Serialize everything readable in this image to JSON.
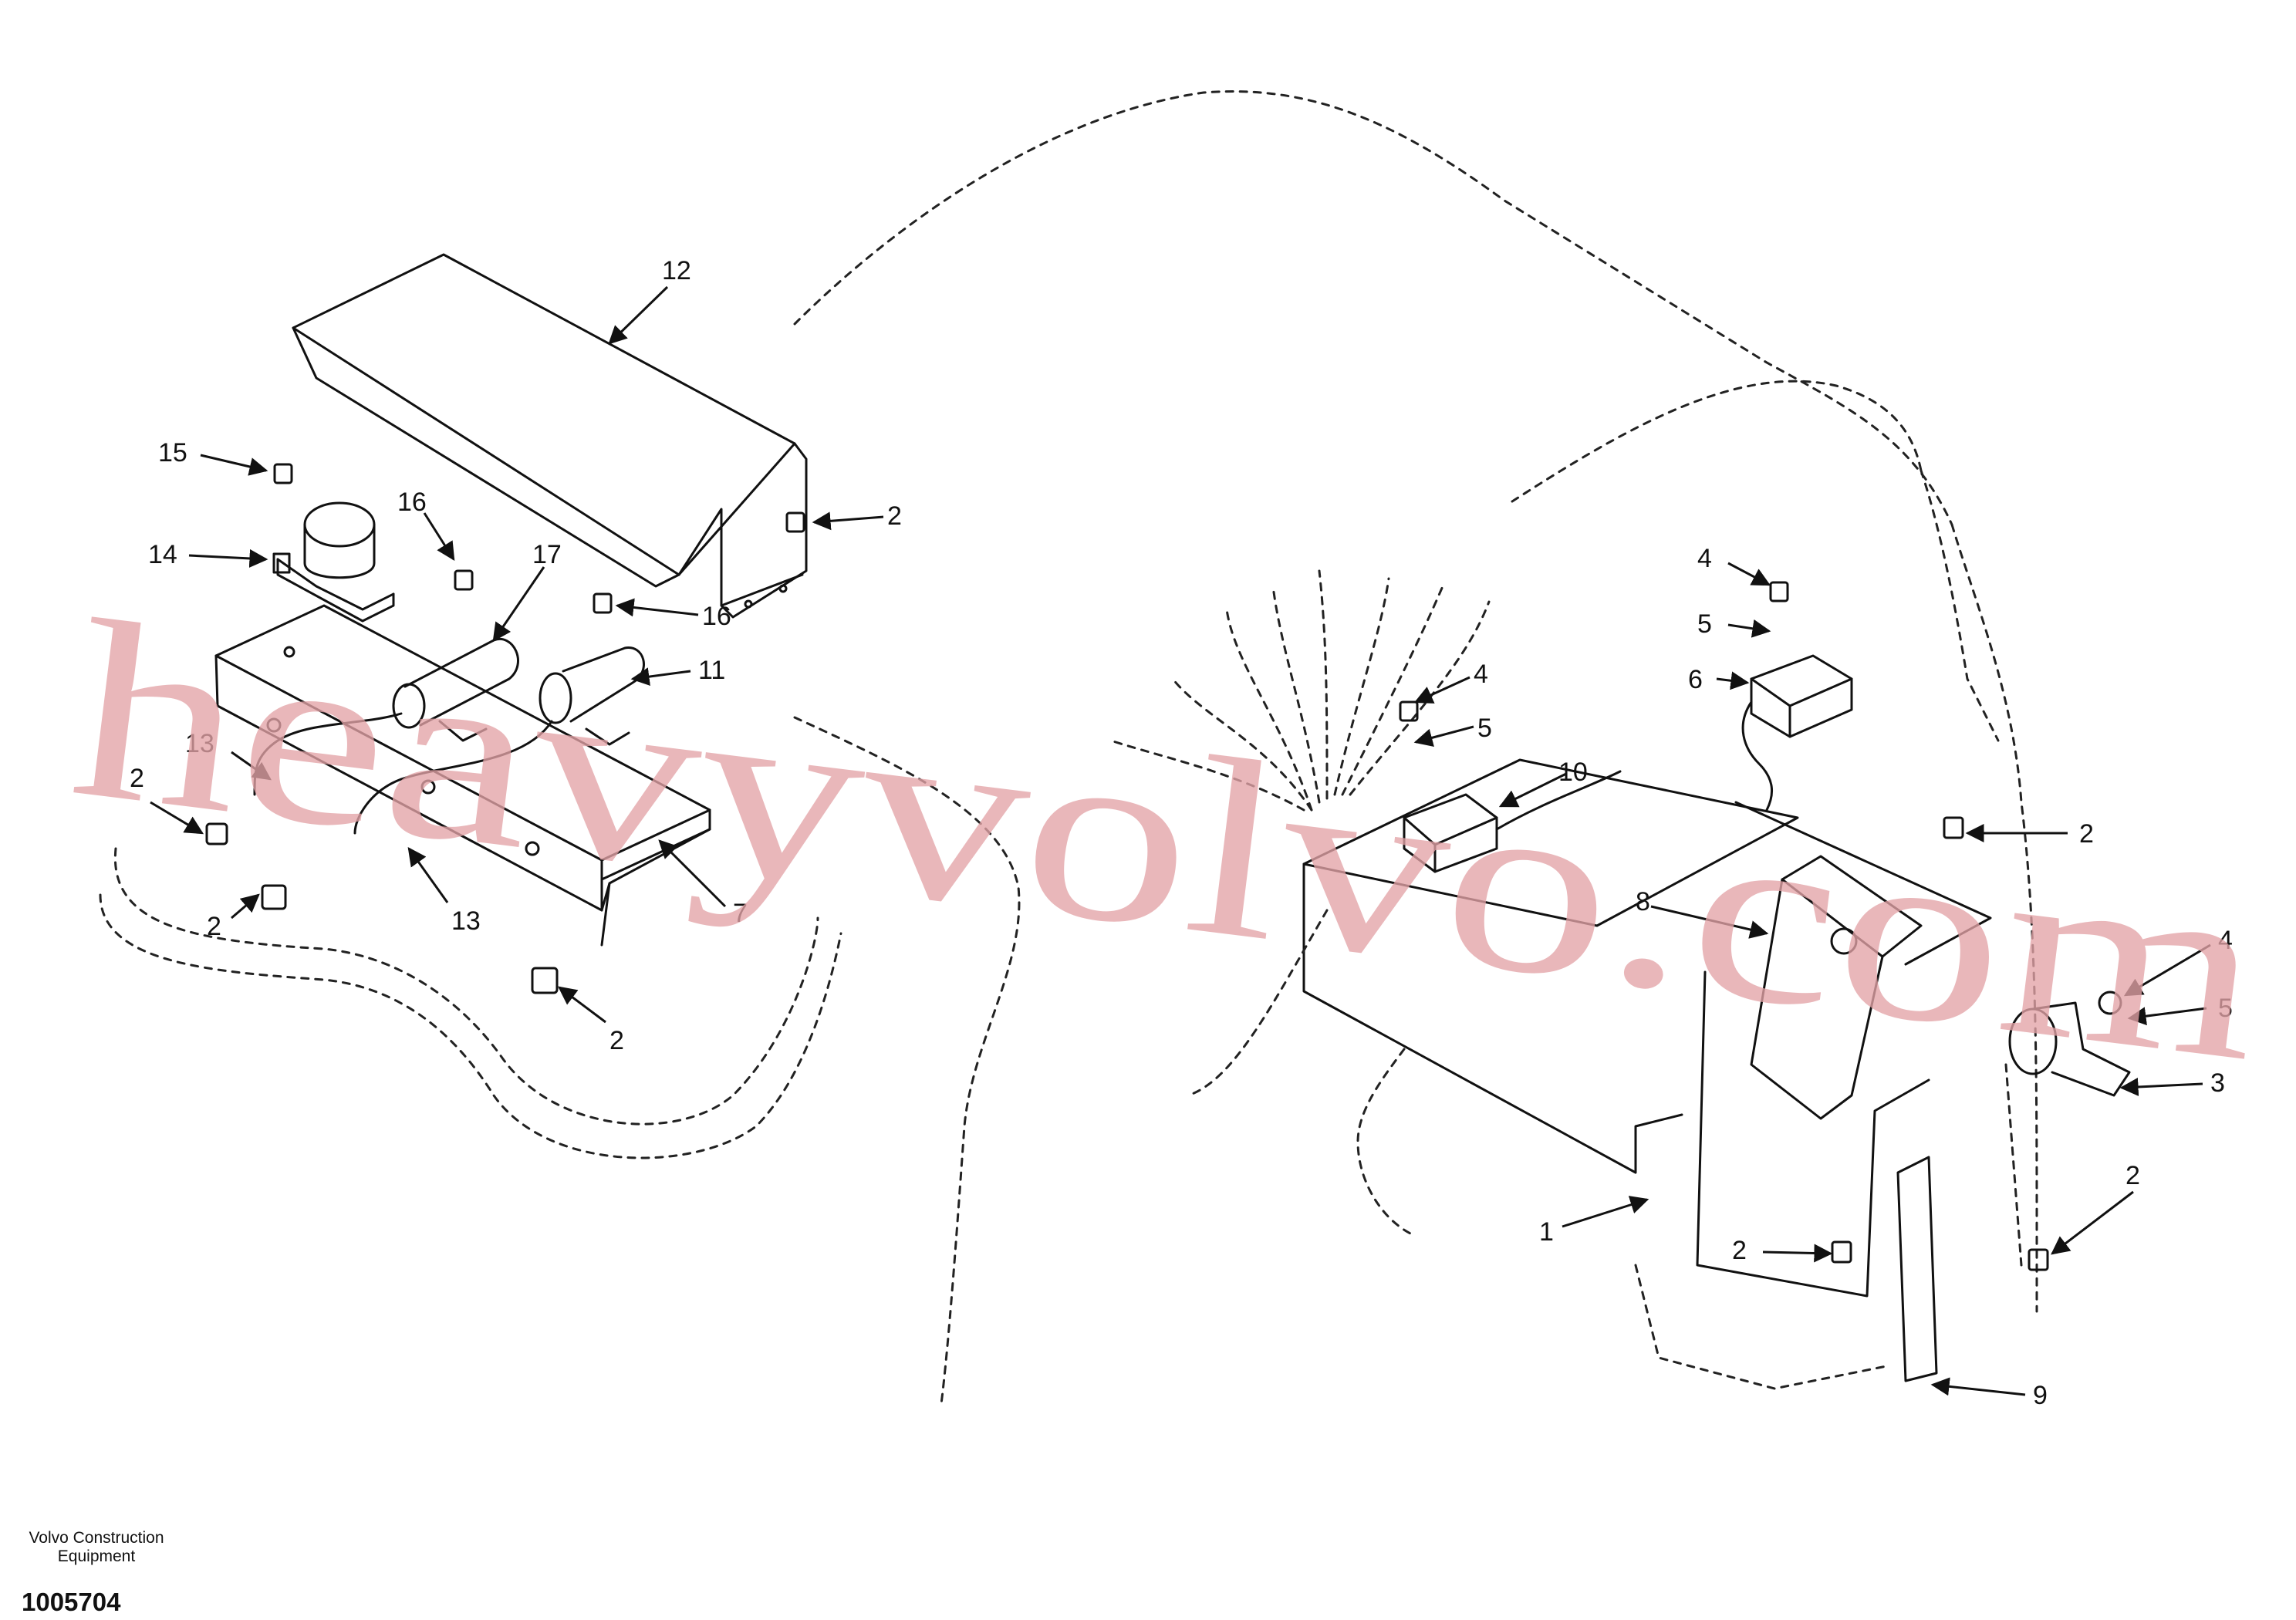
{
  "diagram": {
    "callouts": [
      {
        "id": "c12a",
        "label": "12"
      },
      {
        "id": "c15",
        "label": "15"
      },
      {
        "id": "c14",
        "label": "14"
      },
      {
        "id": "c16a",
        "label": "16"
      },
      {
        "id": "c17",
        "label": "17"
      },
      {
        "id": "c16b",
        "label": "16"
      },
      {
        "id": "c2a",
        "label": "2"
      },
      {
        "id": "c11",
        "label": "11"
      },
      {
        "id": "c13a",
        "label": "13"
      },
      {
        "id": "c2b",
        "label": "2"
      },
      {
        "id": "c2c",
        "label": "2"
      },
      {
        "id": "c13b",
        "label": "13"
      },
      {
        "id": "c7",
        "label": "7"
      },
      {
        "id": "c2d",
        "label": "2"
      },
      {
        "id": "c4a",
        "label": "4"
      },
      {
        "id": "c5a",
        "label": "5"
      },
      {
        "id": "c6",
        "label": "6"
      },
      {
        "id": "c4b",
        "label": "4"
      },
      {
        "id": "c5b",
        "label": "5"
      },
      {
        "id": "c10",
        "label": "10"
      },
      {
        "id": "c2e",
        "label": "2"
      },
      {
        "id": "c8",
        "label": "8"
      },
      {
        "id": "c4c",
        "label": "4"
      },
      {
        "id": "c5c",
        "label": "5"
      },
      {
        "id": "c3",
        "label": "3"
      },
      {
        "id": "c1",
        "label": "1"
      },
      {
        "id": "c2f",
        "label": "2"
      },
      {
        "id": "c2g",
        "label": "2"
      },
      {
        "id": "c9",
        "label": "9"
      }
    ]
  },
  "watermark": {
    "text": "heavyvolvo.com",
    "color": "#e3a3a6"
  },
  "footer": {
    "publisher_line1": "Volvo Construction",
    "publisher_line2": "Equipment",
    "drawing_number": "1005704"
  }
}
